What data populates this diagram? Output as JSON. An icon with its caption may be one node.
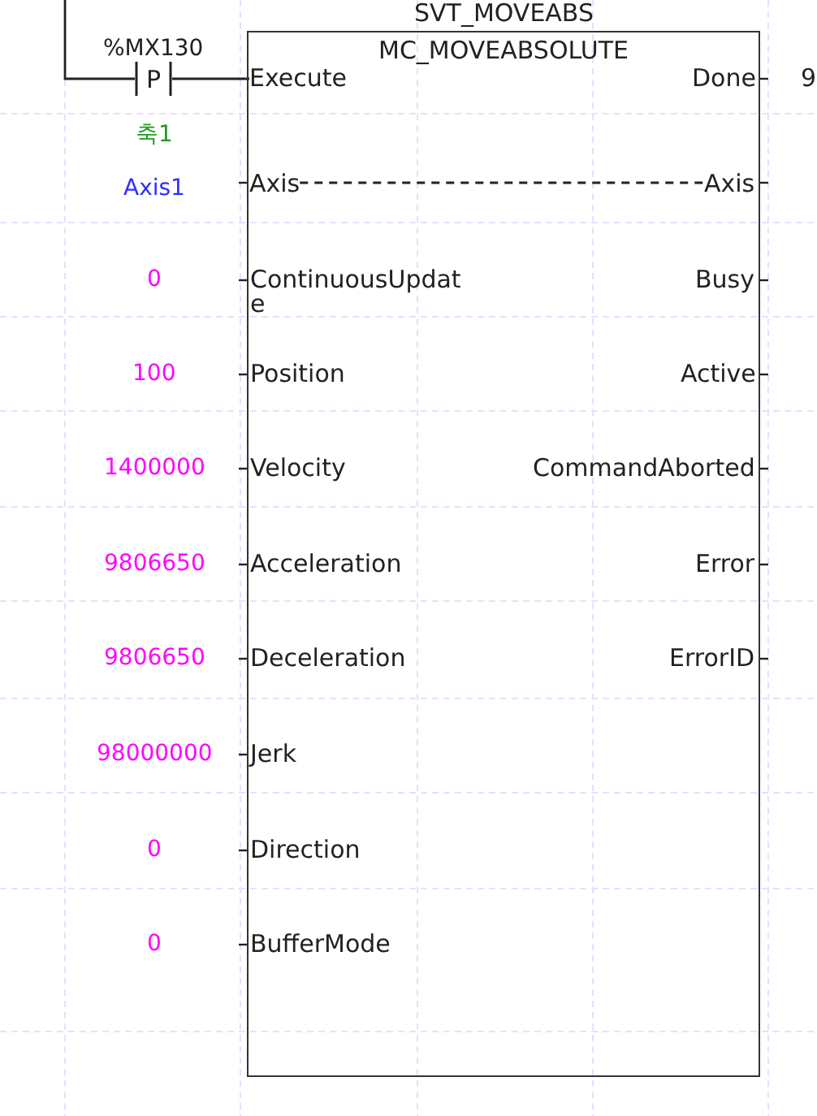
{
  "diagram": {
    "nodes": [
      {
        "text": [
          "SVT_MOVEABS",
          "MC_MOVEABSOLUTE"
        ]
      },
      {
        "text": [
          "P"
        ],
        "beside": [
          "%MX130"
        ]
      },
      {
        "text": [
          "Execute"
        ],
        "in": 0
      },
      {
        "text": [
          "Axis"
        ],
        "in": 0
      },
      {
        "text": [
          "Axis"
        ],
        "in": 0
      }
    ],
    "edges": [
      {
        "from": null,
        "to": 1,
        "arrow": "none"
      },
      {
        "from": 1,
        "to": 2,
        "arrow": "none"
      },
      {
        "from": 3,
        "to": 4,
        "arrow": "none",
        "style": "dashed"
      }
    ],
    "labels": [
      "Done",
      "9",
      "축1",
      "Axis1",
      "0",
      "ContinuousUpdate",
      "Busy",
      "100",
      "Position",
      "Active",
      "1400000",
      "Velocity",
      "CommandAborted",
      "9806650",
      "Acceleration",
      "Error",
      "9806650",
      "Deceleration",
      "ErrorID",
      "98000000",
      "Jerk",
      "0",
      "Direction",
      "0",
      "BufferMode"
    ]
  }
}
